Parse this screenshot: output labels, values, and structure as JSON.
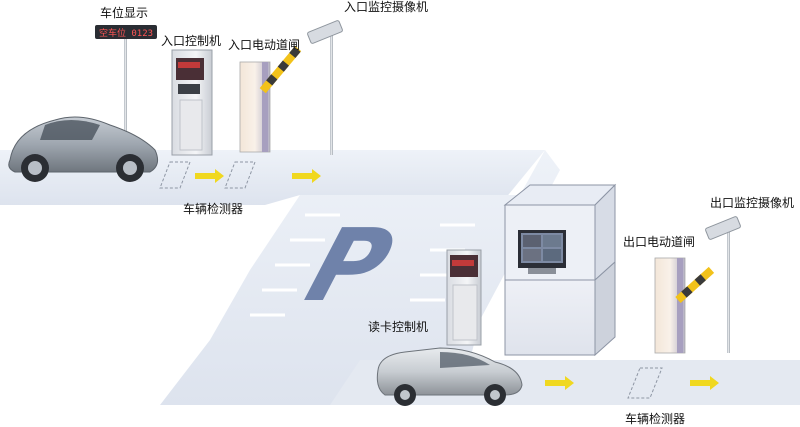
{
  "labels": {
    "spot_display": "车位显示",
    "entry_controller": "入口控制机",
    "entry_gate": "入口电动道闸",
    "entry_camera": "入口监控摄像机",
    "entry_detector": "车辆检测器",
    "card_reader": "读卡控制机",
    "exit_gate": "出口电动道闸",
    "exit_camera": "出口监控摄像机",
    "exit_detector": "车辆检测器"
  },
  "parking_sign": "P",
  "colors": {
    "road": "#e6ebf3",
    "road_edge": "#d7dde8",
    "arrow": "#f0d820",
    "booth_glass": "#cfd8ea",
    "car_body": "#9aa3ad",
    "gate_stripe_yellow": "#f2c21a",
    "gate_stripe_dark": "#3a3a3a",
    "p_letter": "#6f82aa"
  },
  "display_text": "空车位 0123"
}
